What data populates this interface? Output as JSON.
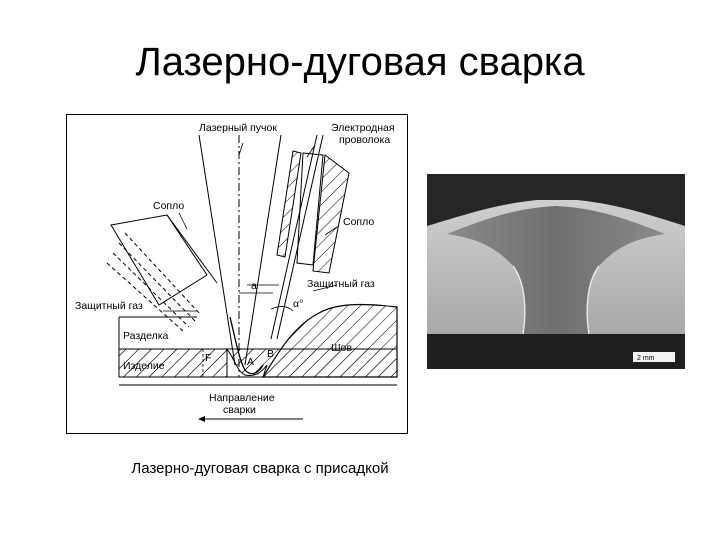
{
  "slide": {
    "title": "Лазерно-дуговая сварка",
    "caption": "Лазерно-дуговая сварка с присадкой"
  },
  "diagram": {
    "labels": {
      "laser_beam": "Лазерный пучок",
      "electrode_wire_line1": "Электродная",
      "electrode_wire_line2": "проволока",
      "nozzle_left": "Сопло",
      "nozzle_right": "Сопло",
      "shield_gas_left": "Защитный газ",
      "shield_gas_right": "Защитный газ",
      "groove": "Разделка",
      "workpiece": "Изделие",
      "seam": "Шов",
      "distance_a": "a",
      "angle_alpha": "α°",
      "point_a": "A",
      "point_b": "B",
      "point_f": "F",
      "direction_line1": "Направление",
      "direction_line2": "сварки"
    }
  },
  "photo": {
    "scale_label": "2 mm"
  }
}
